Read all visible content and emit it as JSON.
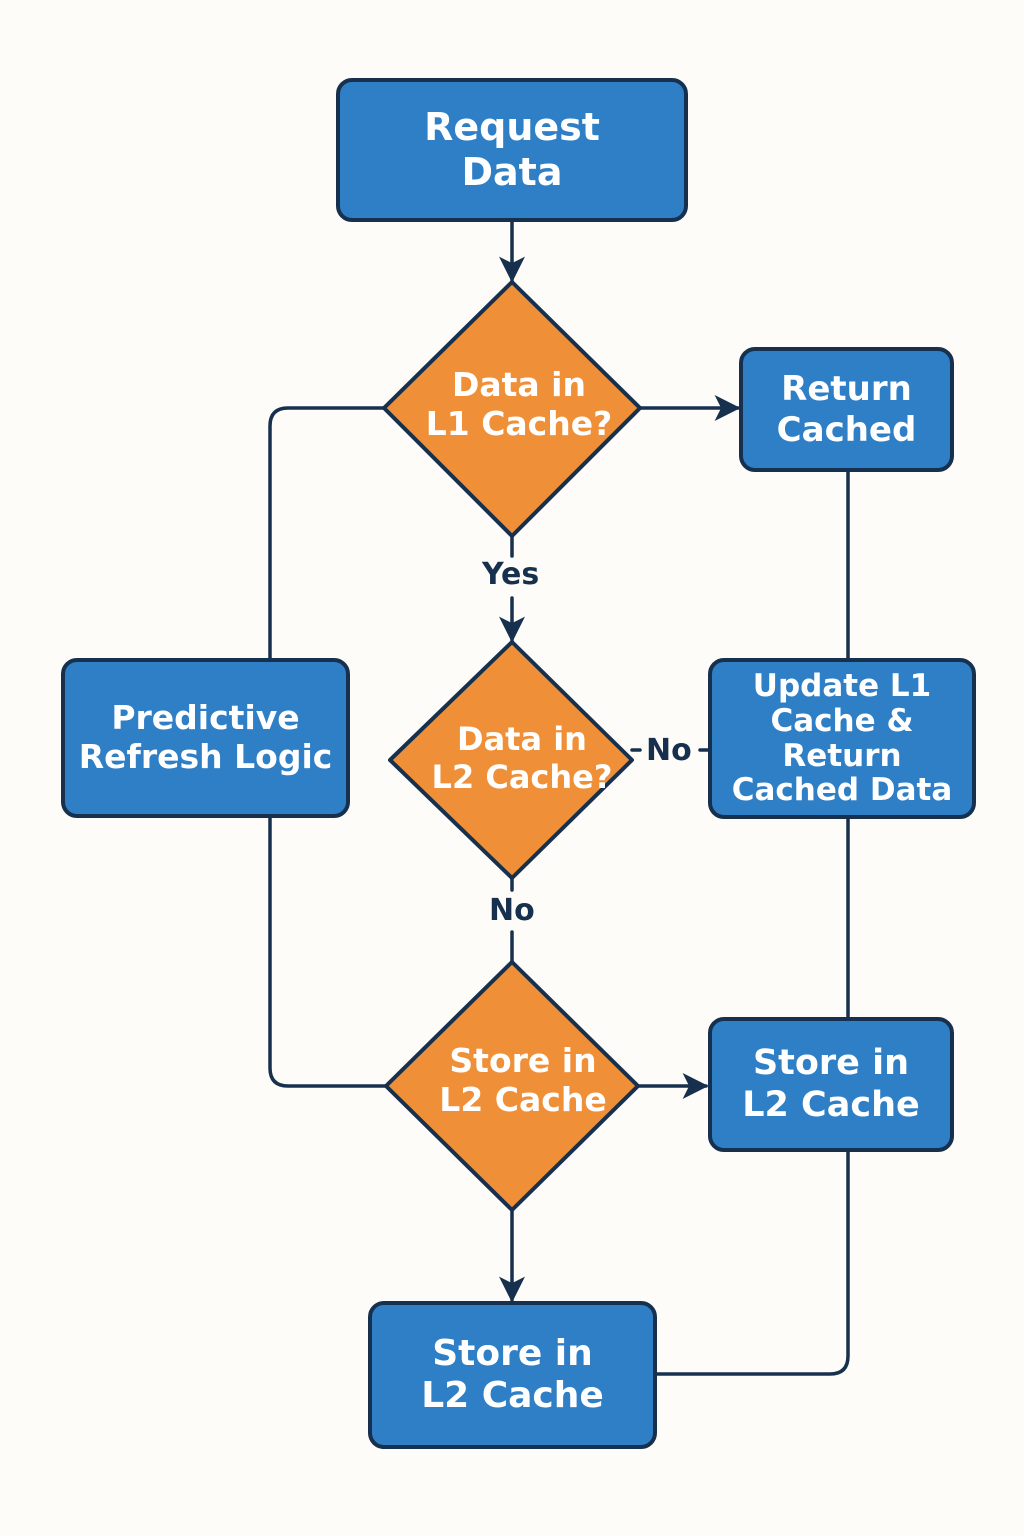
{
  "palette": {
    "box_fill": "#2f7fc6",
    "diamond_fill": "#ef8f37",
    "stroke": "#16304d",
    "text": "#ffffff",
    "background": "#fdfcf8"
  },
  "nodes": {
    "request_data": {
      "shape": "box",
      "label": "Request\nData"
    },
    "l1_decision": {
      "shape": "diamond",
      "label": "Data in\nL1 Cache?"
    },
    "return_cached": {
      "shape": "box",
      "label": "Return\nCached"
    },
    "predictive_refresh": {
      "shape": "box",
      "label": "Predictive\nRefresh Logic"
    },
    "l2_decision": {
      "shape": "diamond",
      "label": "Data in\nL2 Cache?"
    },
    "update_l1": {
      "shape": "box",
      "label": "Update L1\nCache & Return\nCached Data"
    },
    "store_l2_decision": {
      "shape": "diamond",
      "label": "Store in\nL2 Cache"
    },
    "store_l2_right": {
      "shape": "box",
      "label": "Store in\nL2 Cache"
    },
    "store_l2_bottom": {
      "shape": "box",
      "label": "Store in\nL2 Cache"
    }
  },
  "edge_labels": {
    "yes": "Yes",
    "no_right": "No",
    "no_down": "No"
  }
}
